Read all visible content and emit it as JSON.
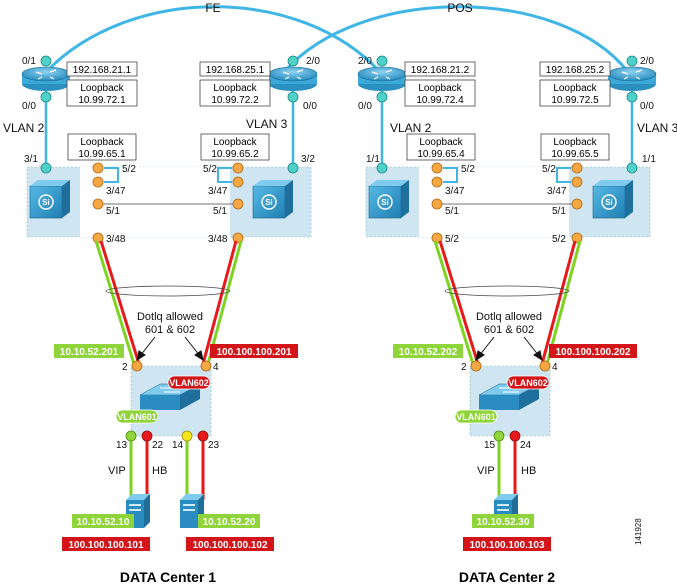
{
  "links": {
    "fe": "FE",
    "pos": "POS"
  },
  "routers": [
    {
      "ip": "192.168.21.1",
      "loop_title": "Loopback",
      "loop_ip": "10.99.72.1",
      "port_top": "0/1",
      "port_bot": "0/0"
    },
    {
      "ip": "192.168.25.1",
      "loop_title": "Loopback",
      "loop_ip": "10.99.72.2",
      "port_top": "2/0",
      "port_bot": "0/0"
    },
    {
      "ip": "192.168.21.2",
      "loop_title": "Loopback",
      "loop_ip": "10.99.72.4",
      "port_top": "2/0",
      "port_bot": "0/0"
    },
    {
      "ip": "192.168.25.2",
      "loop_title": "Loopback",
      "loop_ip": "10.99.72.5",
      "port_top": "2/0",
      "port_bot": "0/0"
    }
  ],
  "vlans": {
    "v2": "VLAN 2",
    "v3": "VLAN 3"
  },
  "switch_loopbacks": [
    {
      "title": "Loopback",
      "ip": "10.99.65.1"
    },
    {
      "title": "Loopback",
      "ip": "10.99.65.2"
    },
    {
      "title": "Loopback",
      "ip": "10.99.65.4"
    },
    {
      "title": "Loopback",
      "ip": "10.99.65.5"
    }
  ],
  "ports": {
    "p_3_1": "3/1",
    "p_3_2": "3/2",
    "p_1_1": "1/1",
    "p_5_2": "5/2",
    "p_3_47": "3/47",
    "p_5_1": "5/1",
    "p_3_48": "3/48",
    "p_2": "2",
    "p_4": "4",
    "p_13": "13",
    "p_14": "14",
    "p_15": "15",
    "p_22": "22",
    "p_23": "23",
    "p_24": "24"
  },
  "trunk": {
    "line1": "Dotlq allowed",
    "line2": "601 & 602"
  },
  "access": {
    "dc1_green": "10.10.52.201",
    "dc1_red": "100.100.100.201",
    "dc2_green": "10.10.52.202",
    "dc2_red": "100.100.100.202"
  },
  "vlan_tags": {
    "v601": "VLAN601",
    "v602": "VLAN602"
  },
  "server_labels": {
    "vip": "VIP",
    "hb": "HB"
  },
  "servers": {
    "s1_green": "10.10.52.10",
    "s1_red": "100.100.100.101",
    "s2_green": "10.10.52.20",
    "s2_red": "100.100.100.102",
    "s3_green": "10.10.52.30",
    "s3_red": "100.100.100.103"
  },
  "figure_id": "141928",
  "titles": {
    "dc1": "DATA Center 1",
    "dc2": "DATA Center 2"
  },
  "colors": {
    "cyan": "#3fb6e6",
    "green": "#7ed321",
    "red": "#e8191a",
    "orange": "#f0a030",
    "yellow": "#f5e51a",
    "box_fill": "#cfe6f2",
    "router": "#3da9d8"
  }
}
